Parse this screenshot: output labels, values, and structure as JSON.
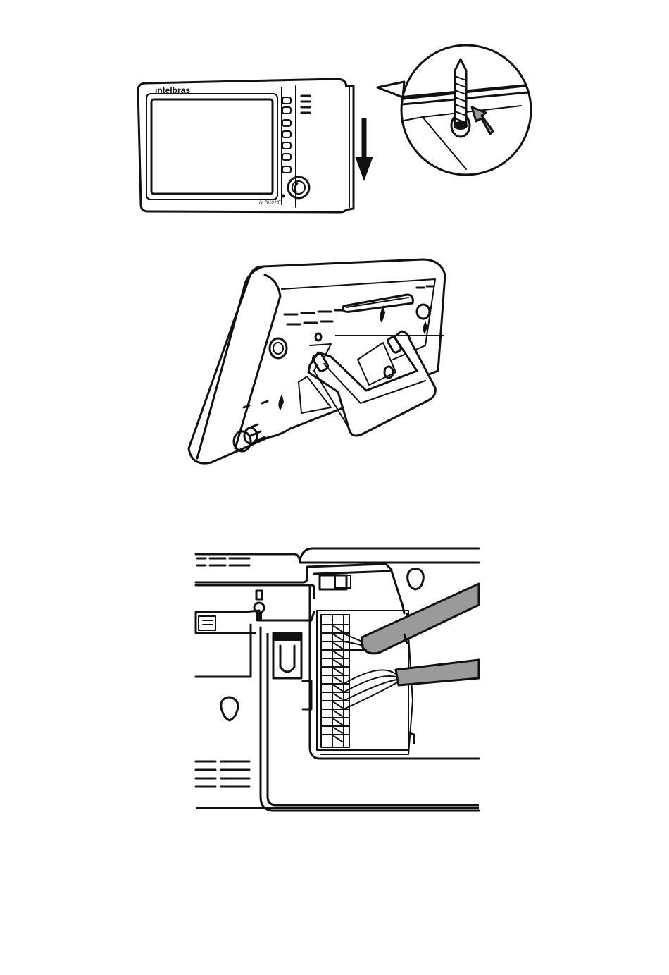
{
  "figure1": {
    "brand_text": "intelbras",
    "model_text": "IV 7010 HF",
    "buttons": [
      "",
      "",
      "",
      "",
      "",
      "",
      ""
    ]
  },
  "figure2": {},
  "figure3": {},
  "colors": {
    "ink": "#111111",
    "arrow_gray": "#9a9a9a",
    "background": "#ffffff"
  },
  "icons": [
    "monitor-front",
    "down-arrow-icon",
    "screw-detail-icon",
    "monitor-back-stand",
    "terminal-block-wiring"
  ]
}
